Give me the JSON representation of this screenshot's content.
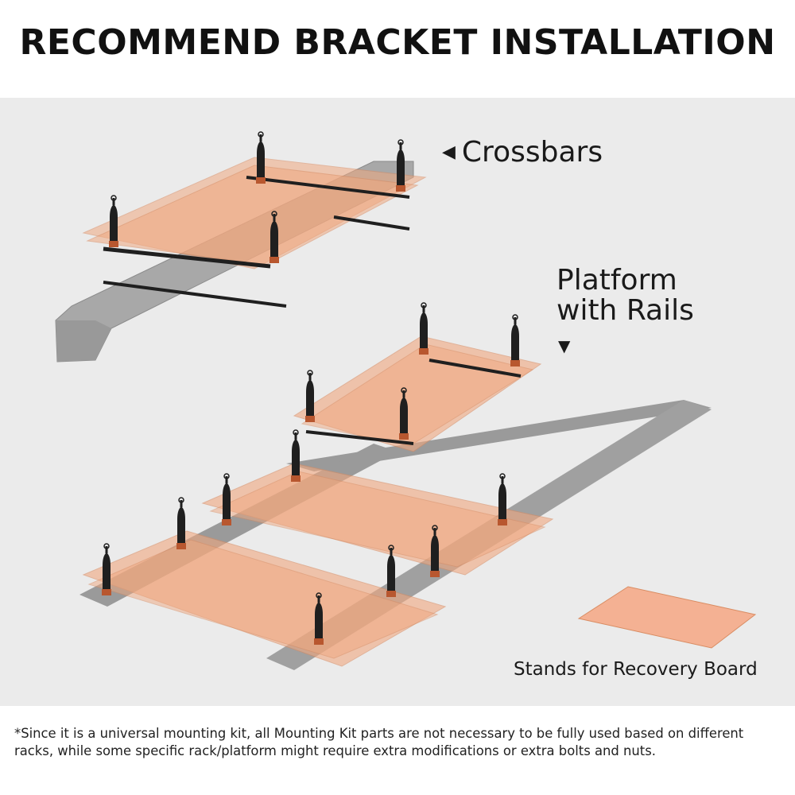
{
  "title": "RECOMMEND BRACKET INSTALLATION",
  "labels": {
    "crossbars": "Crossbars",
    "platform_line1": "Platform",
    "platform_line2": "with Rails",
    "stands": "Stands for Recovery Board"
  },
  "footnote": "*Since it is a universal mounting kit, all Mounting Kit parts are not necessary to be fully used based on different racks, while some specific rack/platform might require extra modifications or extra bolts and nuts.",
  "colors": {
    "background": "#ebebeb",
    "board": "#f0a880",
    "rail": "#9a9a9a",
    "bracket": "#1f1f1f",
    "clamp": "#b8572f"
  },
  "icons": {
    "left_arrow": "triangle-left-icon",
    "down_arrow": "triangle-down-icon"
  }
}
